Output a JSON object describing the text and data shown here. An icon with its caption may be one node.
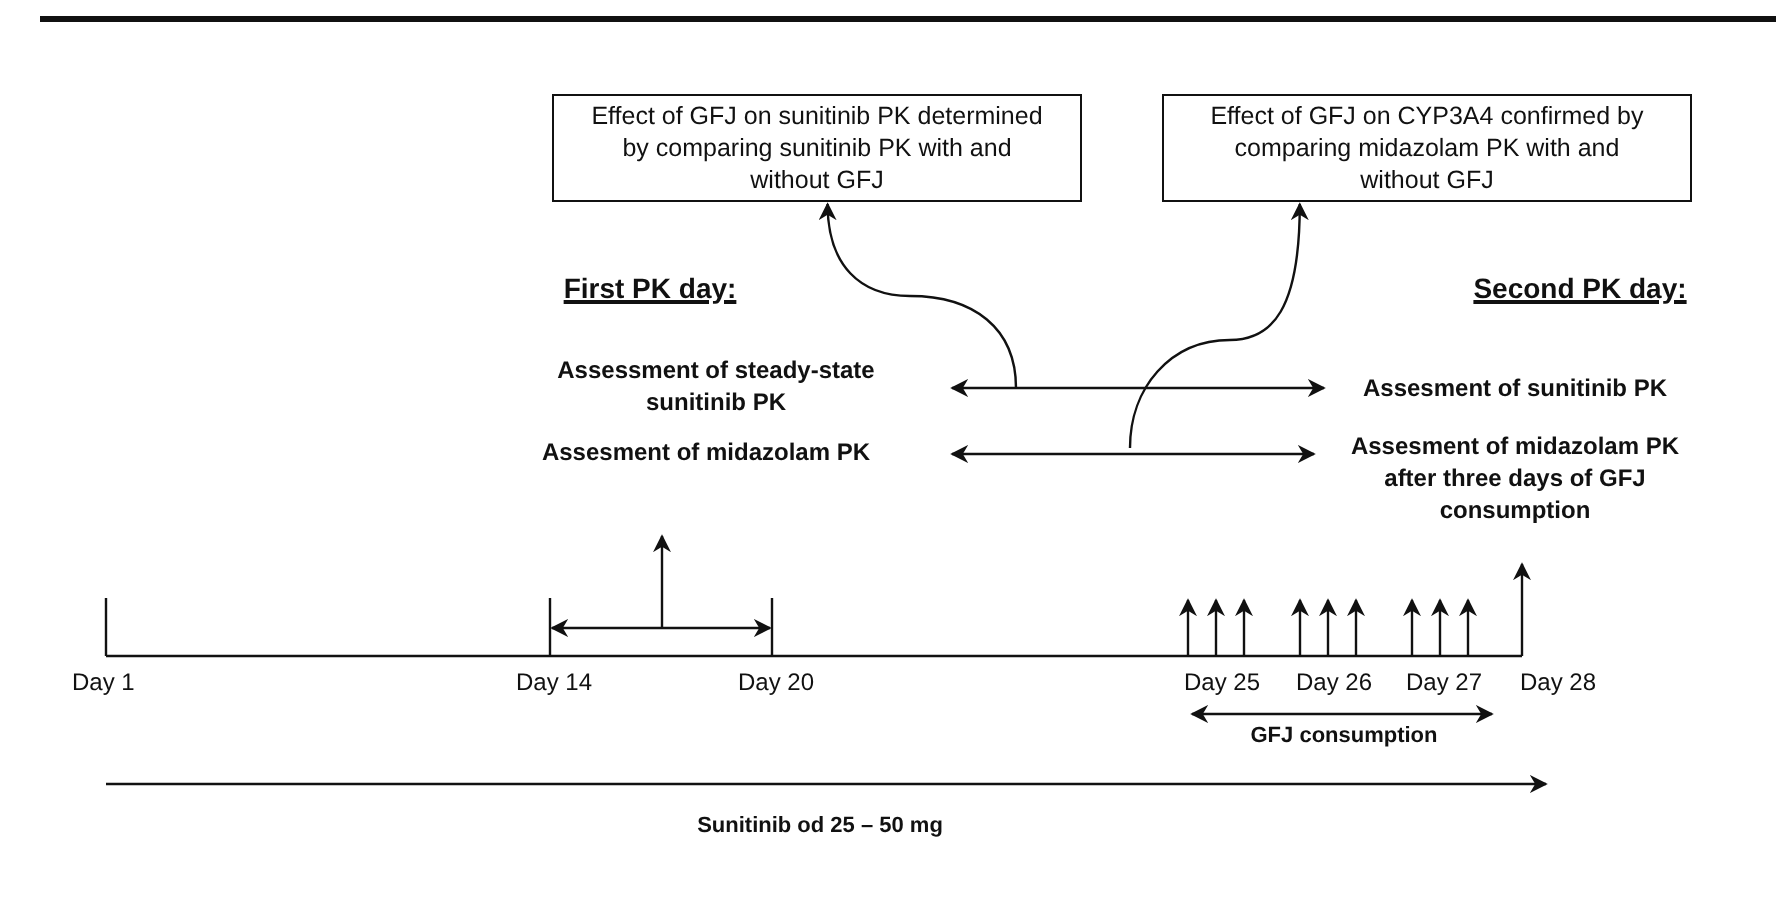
{
  "diagram": {
    "nodes": [
      {
        "text": [
          "Effect of GFJ on sunitinib PK determined by comparing sunitinib PK with and without GFJ"
        ]
      },
      {
        "text": [
          "Effect of GFJ on CYP3A4 confirmed by comparing midazolam PK with and without GFJ"
        ]
      },
      {
        "text": [
          "Assessment of steady-state sunitinib PK"
        ]
      },
      {
        "text": [
          "Assesment of midazolam PK"
        ]
      },
      {
        "text": [
          "Assesment of sunitinib PK"
        ]
      },
      {
        "text": [
          "Assesment of midazolam PK after three days of GFJ consumption"
        ]
      }
    ],
    "edges": [
      {
        "from": 2,
        "to": 4,
        "arrow": "both"
      },
      {
        "from": 3,
        "to": 5,
        "arrow": "both"
      },
      {
        "from": null,
        "to": 0,
        "arrow": "to"
      },
      {
        "from": null,
        "to": 1,
        "arrow": "to"
      }
    ],
    "labels": [
      "First PK day:",
      "Second PK day:",
      "Day 1",
      "Day 14",
      "Day 20",
      "Day 25",
      "Day 26",
      "Day 27",
      "Day 28",
      "GFJ consumption",
      "Sunitinib od 25 – 50 mg"
    ]
  }
}
